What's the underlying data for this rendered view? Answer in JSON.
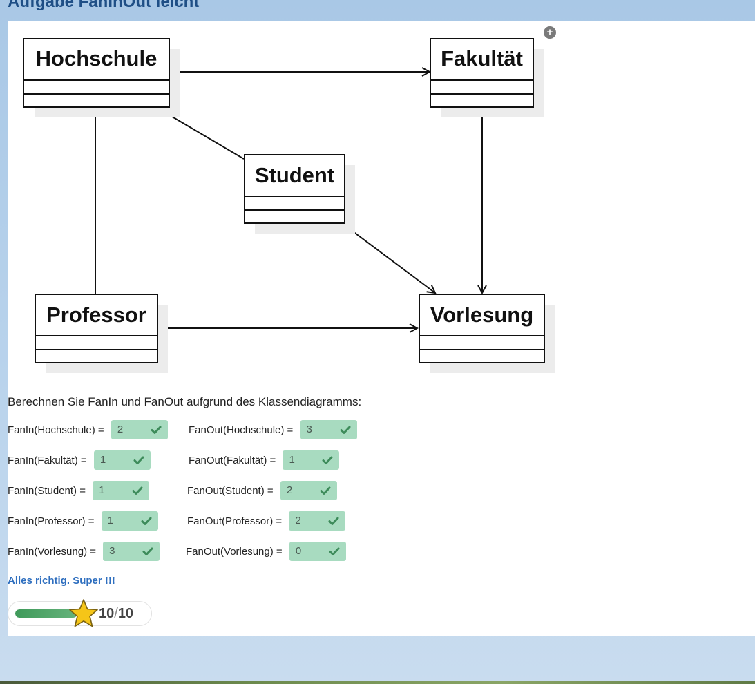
{
  "page": {
    "title": "Aufgabe FanInOut leicht"
  },
  "diagram": {
    "classes": {
      "hochschule": "Hochschule",
      "fakultaet": "Fakultät",
      "student": "Student",
      "professor": "Professor",
      "vorlesung": "Vorlesung"
    }
  },
  "question": "Berechnen Sie FanIn und FanOut aufgrund des Klassendiagramms:",
  "fanin": [
    {
      "label": "FanIn(Hochschule) =",
      "value": "2"
    },
    {
      "label": "FanIn(Fakultät) =",
      "value": "1"
    },
    {
      "label": "FanIn(Student) =",
      "value": "1"
    },
    {
      "label": "FanIn(Professor) =",
      "value": "1"
    },
    {
      "label": "FanIn(Vorlesung) =",
      "value": "3"
    }
  ],
  "fanout": [
    {
      "label": "FanOut(Hochschule) =",
      "value": "3"
    },
    {
      "label": "FanOut(Fakultät) =",
      "value": "1"
    },
    {
      "label": "FanOut(Student) =",
      "value": "2"
    },
    {
      "label": "FanOut(Professor) =",
      "value": "2"
    },
    {
      "label": "FanOut(Vorlesung) =",
      "value": "0"
    }
  ],
  "feedback": "Alles richtig. Super !!!",
  "score": {
    "points": "10",
    "separator": "/",
    "max": "10",
    "progress_fraction": 1.0
  },
  "colors": {
    "title": "#1f4f86",
    "answer_bg": "#a8dbc0",
    "check": "#3d8b5a",
    "feedback": "#2f6fbf",
    "progress": "#3f9a5a",
    "star": "#f5c518"
  },
  "icons": {
    "zoom": "plus-circle-icon",
    "check": "check-icon",
    "star": "star-icon"
  }
}
